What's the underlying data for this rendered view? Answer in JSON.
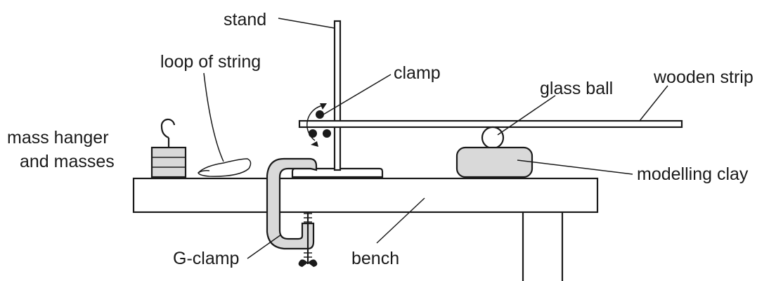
{
  "labels": {
    "stand": "stand",
    "loop_of_string": "loop of string",
    "clamp": "clamp",
    "wooden_strip": "wooden strip",
    "glass_ball": "glass ball",
    "mass_hanger_line1": "mass hanger",
    "mass_hanger_line2": "and masses",
    "modelling_clay": "modelling clay",
    "g_clamp": "G-clamp",
    "bench": "bench"
  },
  "colors": {
    "line": "#1a1a1a",
    "fill_grey": "#d9d9d9",
    "background": "#ffffff"
  }
}
